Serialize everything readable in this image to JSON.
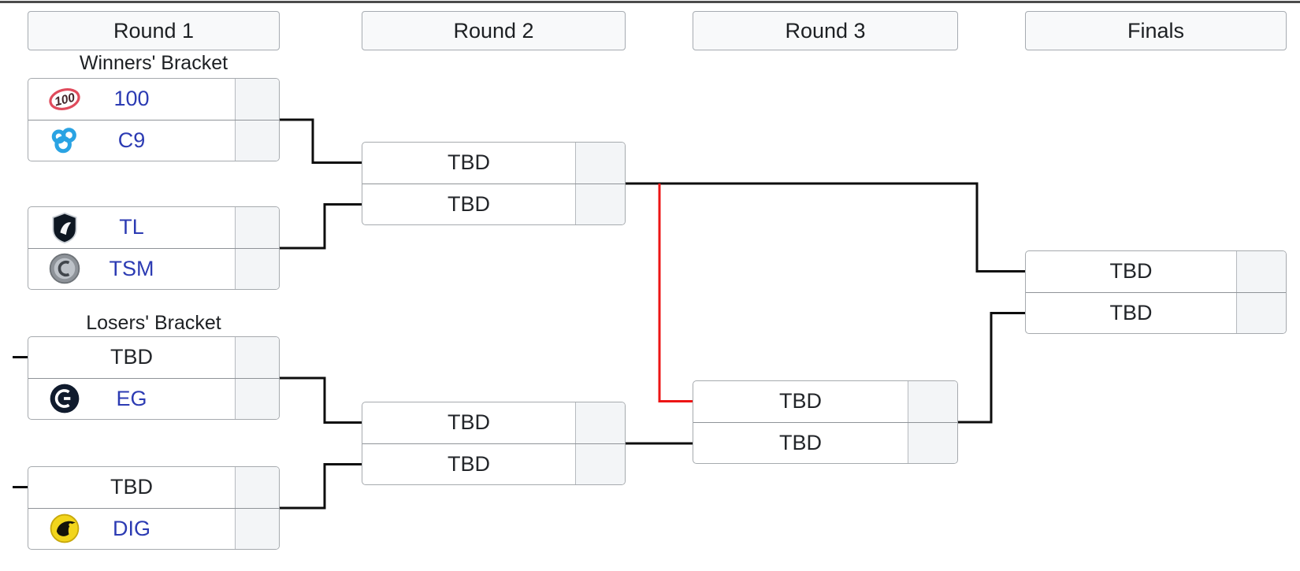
{
  "page": {
    "background": "#ffffff"
  },
  "colors": {
    "header_background": "#f8f9fa",
    "box_border": "#a6aaae",
    "score_cell_background": "#f3f5f7",
    "team_link_blue": "#2c3bb3",
    "tbd_text": "#23262a",
    "connector_black": "#0d0d0d",
    "winners_drop_red": "#ec1515",
    "cloud9_blue": "#2aa3e3",
    "hundred_thieves_red": "#e04b5c",
    "dignitas_yellow": "#f2d51c"
  },
  "headers": [
    {
      "label": "Round 1"
    },
    {
      "label": "Round 2"
    },
    {
      "label": "Round 3"
    },
    {
      "label": "Finals"
    }
  ],
  "sections": {
    "winners_label": "Winners' Bracket",
    "losers_label": "Losers' Bracket"
  },
  "icons": {
    "hundred_thieves_text": "100"
  },
  "matches": {
    "wb_r1_m1": {
      "slots": [
        {
          "team": "100",
          "icon": "100-thieves-logo",
          "score": ""
        },
        {
          "team": "C9",
          "icon": "cloud9-logo",
          "score": ""
        }
      ]
    },
    "wb_r1_m2": {
      "slots": [
        {
          "team": "TL",
          "icon": "team-liquid-logo",
          "score": ""
        },
        {
          "team": "TSM",
          "icon": "tsm-logo",
          "score": ""
        }
      ]
    },
    "wb_r2": {
      "slots": [
        {
          "team": "TBD",
          "score": ""
        },
        {
          "team": "TBD",
          "score": ""
        }
      ]
    },
    "lb_r1_m1": {
      "slots": [
        {
          "team": "TBD",
          "score": ""
        },
        {
          "team": "EG",
          "icon": "evil-geniuses-logo",
          "score": ""
        }
      ]
    },
    "lb_r1_m2": {
      "slots": [
        {
          "team": "TBD",
          "score": ""
        },
        {
          "team": "DIG",
          "icon": "dignitas-logo",
          "score": ""
        }
      ]
    },
    "lb_r2": {
      "slots": [
        {
          "team": "TBD",
          "score": ""
        },
        {
          "team": "TBD",
          "score": ""
        }
      ]
    },
    "r3": {
      "slots": [
        {
          "team": "TBD",
          "score": ""
        },
        {
          "team": "TBD",
          "score": ""
        }
      ]
    },
    "finals": {
      "slots": [
        {
          "team": "TBD",
          "score": ""
        },
        {
          "team": "TBD",
          "score": ""
        }
      ]
    }
  }
}
